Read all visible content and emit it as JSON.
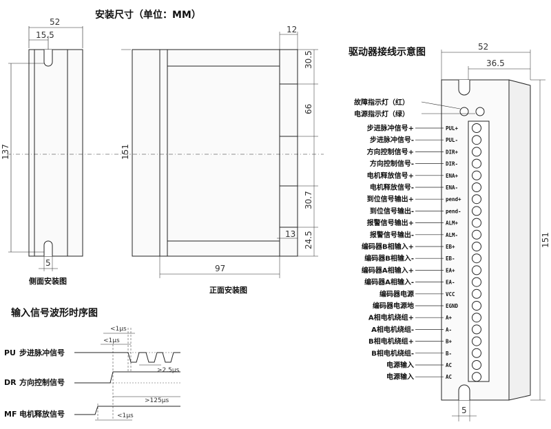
{
  "titles": {
    "install_size": "安装尺寸（单位：MM）",
    "side_view": "侧面安装图",
    "front_view": "正面安装图",
    "wiring": "驱动器接线示意图",
    "timing": "输入信号波形时序图"
  },
  "side_dims": {
    "width": "52",
    "slot": "15.5",
    "height": "137",
    "bottom_slot": "5"
  },
  "front_dims": {
    "top_right": "12",
    "seg1": "30.5",
    "seg2": "66",
    "seg3": "30.7",
    "seg4": "24.5",
    "inner": "13",
    "height": "151",
    "width": "97"
  },
  "wiring_dims": {
    "width": "52",
    "inner": "36.5",
    "height": "151",
    "bottom": "5"
  },
  "leds": [
    {
      "label": "故障指示灯（红）"
    },
    {
      "label": "电源指示灯（绿）"
    }
  ],
  "terminals": [
    {
      "label": "步进脉冲信号+",
      "pin": "PUL+"
    },
    {
      "label": "步进脉冲信号-",
      "pin": "PUL-"
    },
    {
      "label": "方向控制信号+",
      "pin": "DIR+"
    },
    {
      "label": "方向控制信号-",
      "pin": "DIR-"
    },
    {
      "label": "电机释放信号+",
      "pin": "ENA+"
    },
    {
      "label": "电机释放信号-",
      "pin": "ENA-"
    },
    {
      "label": "到位信号输出+",
      "pin": "pend+"
    },
    {
      "label": "到位信号输出-",
      "pin": "pend-"
    },
    {
      "label": "报警信号输出+",
      "pin": "ALM+"
    },
    {
      "label": "报警信号输出-",
      "pin": "ALM-"
    },
    {
      "label": "编码器B相输入+",
      "pin": "EB+"
    },
    {
      "label": "编码器B相输入-",
      "pin": "EB-"
    },
    {
      "label": "编码器A相输入+",
      "pin": "EA+"
    },
    {
      "label": "编码器A相输入-",
      "pin": "EA-"
    },
    {
      "label": "编码器电源",
      "pin": "VCC"
    },
    {
      "label": "编码器电源地",
      "pin": "EGND"
    },
    {
      "label": "A相电机绕组+",
      "pin": "A+"
    },
    {
      "label": "A相电机绕组-",
      "pin": "A-"
    },
    {
      "label": "B相电机绕组+",
      "pin": "B+"
    },
    {
      "label": "B相电机绕组-",
      "pin": "B-"
    },
    {
      "label": "电源输入",
      "pin": "AC"
    },
    {
      "label": "电源输入",
      "pin": "AC"
    }
  ],
  "timing": {
    "signals": [
      {
        "code": "PU",
        "label": "步进脉冲信号"
      },
      {
        "code": "DR",
        "label": "方向控制信号"
      },
      {
        "code": "MF",
        "label": "电机释放信号"
      }
    ],
    "annotations": [
      "<1μs",
      "<1μs",
      ">2.5μs",
      ">125μs",
      "<1μs"
    ]
  }
}
